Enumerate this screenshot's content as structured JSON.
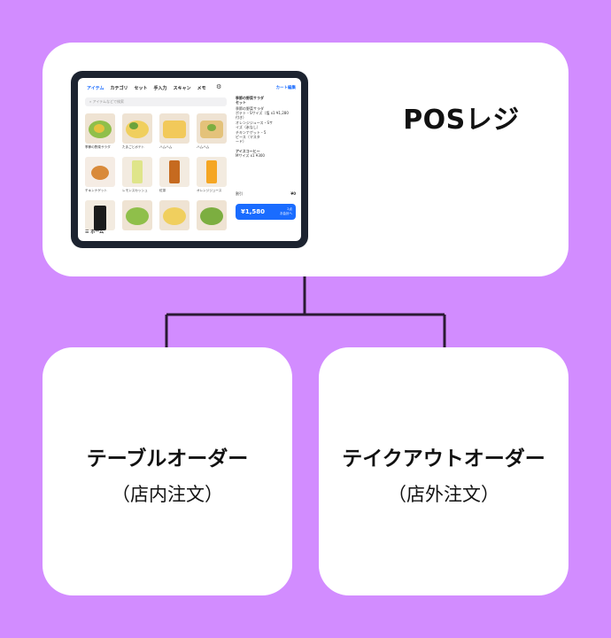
{
  "pos": {
    "title": "POSレジ",
    "tablet": {
      "tabs": [
        "アイテム",
        "カテゴリ",
        "セット",
        "手入力",
        "スキャン",
        "メモ"
      ],
      "search_placeholder": "アイテムなどで検索",
      "items": [
        "季節の野菜サラダ",
        "たまごとポテト",
        "ハムハム",
        "ハムハム",
        "チキンナゲット",
        "レモンスカッシュ",
        "紅茶",
        "オレンジジュース",
        "",
        "",
        "",
        ""
      ],
      "home_label": "ホーム",
      "cart_edit": "カート編集",
      "cart_lines": [
        "季節の野菜サラダ",
        "セット",
        "季節の野菜サラダ",
        "ポテト・Sサイズ（塩   x1   ¥1,280",
        "付き）",
        "オレンジジュース・Sサ",
        "イズ（氷なし）",
        "チキンナゲット・5",
        "ピース（マスタ",
        "ード）",
        "",
        "アイスコーヒー",
        "Mサイズ             x1   ¥300"
      ],
      "discount_label": "割引",
      "discount_value": "¥0",
      "total": "¥1,580",
      "total_note_1": "2点",
      "total_note_2": "お会計へ"
    }
  },
  "table_order": {
    "title": "テーブルオーダー",
    "subtitle": "（店内注文）"
  },
  "takeout_order": {
    "title": "テイクアウトオーダー",
    "subtitle": "（店外注文）"
  },
  "colors": {
    "background": "#d28cff",
    "card": "#ffffff",
    "line": "#2a1a33",
    "accent": "#1a6cff"
  }
}
